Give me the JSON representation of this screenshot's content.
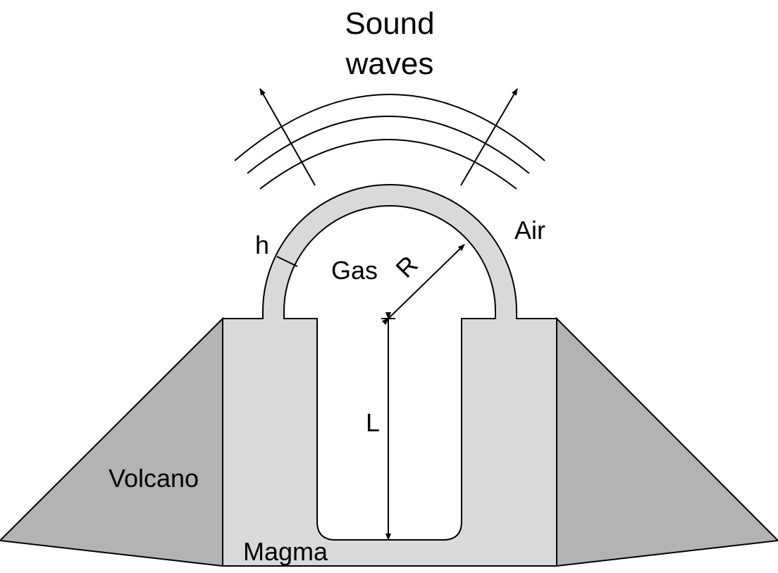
{
  "labels": {
    "title_line1": "Sound",
    "title_line2": "waves",
    "air": "Air",
    "gas": "Gas",
    "thickness": "h",
    "radius": "R",
    "length": "L",
    "volcano": "Volcano",
    "magma": "Magma"
  },
  "colors": {
    "volcano_flank": "#b3b3b3",
    "magma_and_dome": "#d9d9d9",
    "gas_cavity": "#ffffff",
    "ink": "#000000"
  }
}
